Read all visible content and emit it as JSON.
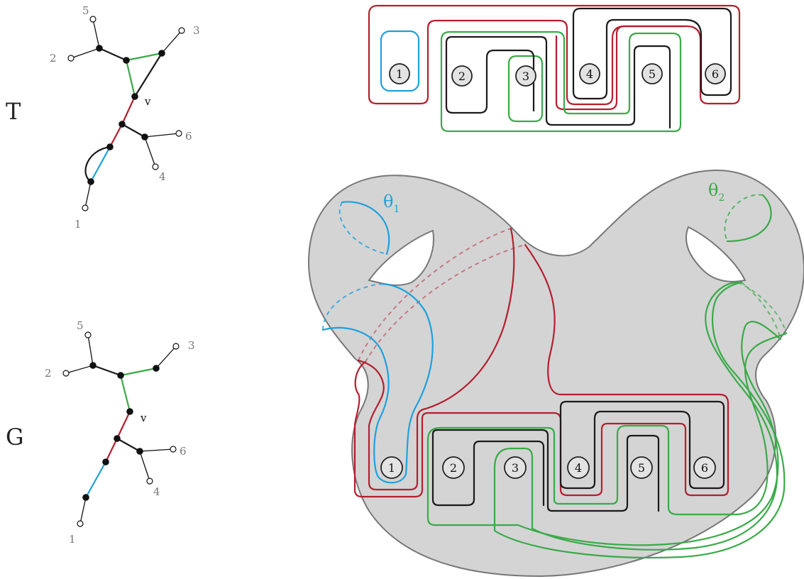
{
  "colors": {
    "red": "#b51f2e",
    "blue": "#1ea1dc",
    "green": "#3aaa48",
    "black": "#1a1a1a",
    "surface_fill": "#d4d4d5",
    "surface_stroke": "#777777",
    "disk_fill": "#e3e3e3"
  },
  "graph_T": {
    "title": "T",
    "vertex_label": "v",
    "leaves": [
      "1",
      "2",
      "3",
      "4",
      "5",
      "6"
    ]
  },
  "graph_G": {
    "title": "G",
    "vertex_label": "v",
    "leaves": [
      "1",
      "2",
      "3",
      "4",
      "5",
      "6"
    ]
  },
  "top_arcs": {
    "disks": [
      "1",
      "2",
      "3",
      "4",
      "5",
      "6"
    ]
  },
  "surface": {
    "disks": [
      "1",
      "2",
      "3",
      "4",
      "5",
      "6"
    ],
    "theta1": {
      "symbol": "θ",
      "subscript": "1"
    },
    "theta2": {
      "symbol": "θ",
      "subscript": "2"
    }
  }
}
